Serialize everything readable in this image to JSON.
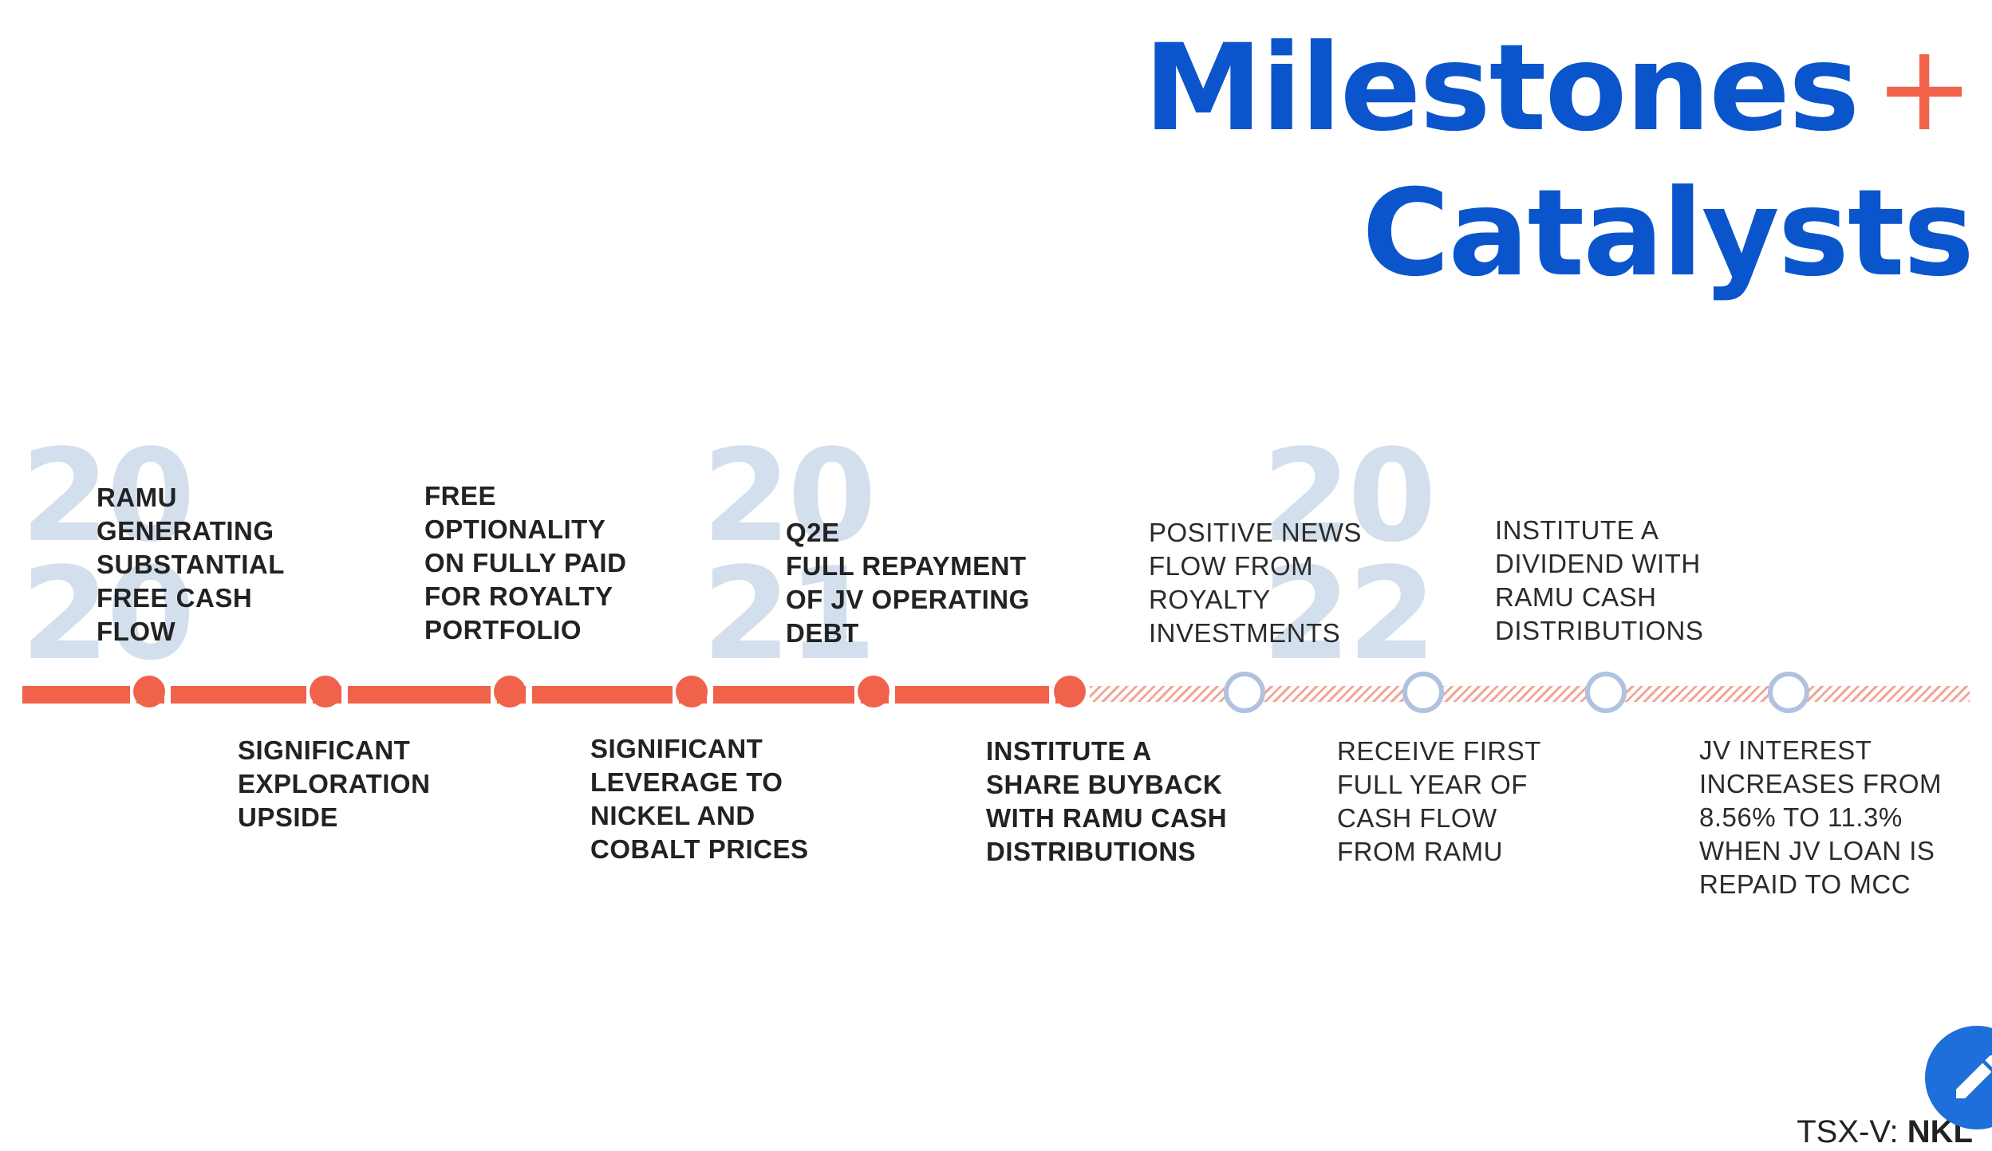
{
  "title": {
    "line1": "Milestones",
    "plus": "+",
    "line2": "Catalysts"
  },
  "years": [
    {
      "text": "20\n20"
    },
    {
      "text": "20\n21"
    },
    {
      "text": "20\n22"
    }
  ],
  "milestones_above": [
    {
      "text": "RAMU\nGENERATING\nSUBSTANTIAL\nFREE CASH\nFLOW",
      "status": "achieved"
    },
    {
      "text": "FREE\nOPTIONALITY\nON FULLY PAID\nFOR ROYALTY\nPORTFOLIO",
      "status": "achieved"
    },
    {
      "text": "Q2E\nFULL REPAYMENT\nOF JV OPERATING\nDEBT",
      "status": "achieved"
    },
    {
      "text": "POSITIVE NEWS\nFLOW FROM\nROYALTY\nINVESTMENTS",
      "status": "future"
    },
    {
      "text": "INSTITUTE A\nDIVIDEND WITH\nRAMU CASH\nDISTRIBUTIONS",
      "status": "future"
    }
  ],
  "milestones_below": [
    {
      "text": "SIGNIFICANT\nEXPLORATION\nUPSIDE",
      "status": "achieved"
    },
    {
      "text": "SIGNIFICANT\nLEVERAGE TO\nNICKEL AND\nCOBALT PRICES",
      "status": "achieved"
    },
    {
      "text": "INSTITUTE A\nSHARE BUYBACK\nWITH RAMU CASH\nDISTRIBUTIONS",
      "status": "achieved"
    },
    {
      "text": "RECEIVE FIRST\nFULL YEAR OF\nCASH FLOW\nFROM RAMU",
      "status": "future"
    },
    {
      "text": "JV INTEREST\nINCREASES FROM\n8.56% TO 11.3%\nWHEN JV LOAN IS\nREPAID TO MCC",
      "status": "future"
    }
  ],
  "footer": {
    "ticker_prefix": "TSX-V: ",
    "ticker_symbol": "NKL"
  },
  "icons": {
    "edit": "pencil-icon"
  },
  "colors": {
    "title_blue": "#0b55cc",
    "accent_orange": "#f0624a",
    "year_watermark": "#d3dfec",
    "future_dot_ring": "#b1c2e0",
    "fab_blue": "#1e6fd9"
  }
}
